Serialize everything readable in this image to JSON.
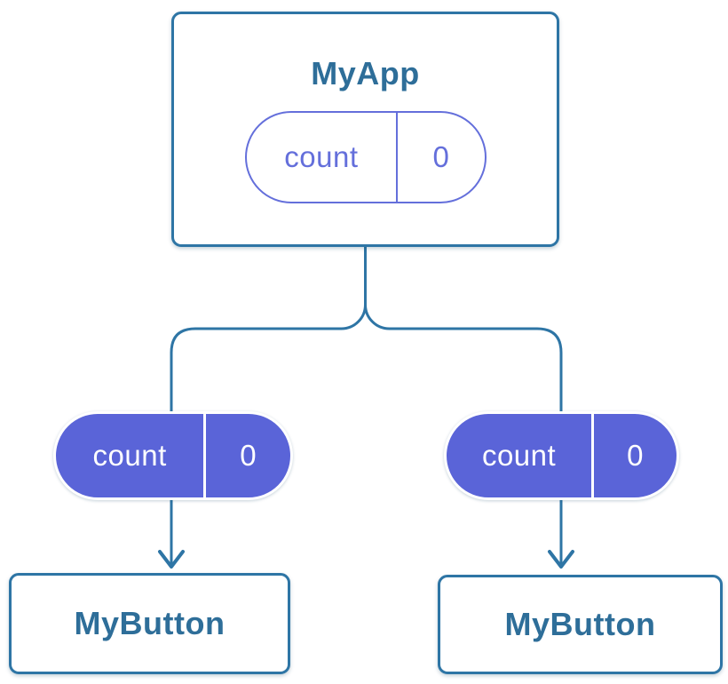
{
  "diagram": {
    "title": "react-props-tree",
    "parent": {
      "name": "MyApp",
      "prop": {
        "label": "count",
        "value": "0"
      }
    },
    "children": [
      {
        "name": "MyButton",
        "prop": {
          "label": "count",
          "value": "0"
        }
      },
      {
        "name": "MyButton",
        "prop": {
          "label": "count",
          "value": "0"
        }
      }
    ],
    "colors": {
      "connector": "#2e75a5",
      "card_border": "#2e75a5",
      "title_text": "#2e6e99",
      "pill_outline": "#646fdb",
      "pill_fill": "#5a64d8",
      "pill_text_on_fill": "#ffffff",
      "background": "#ffffff"
    }
  }
}
